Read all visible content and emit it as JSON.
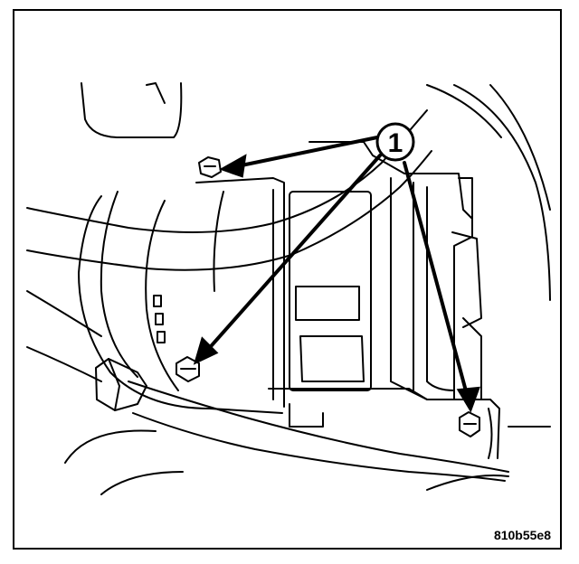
{
  "figure": {
    "id": "810b55e8",
    "callout": {
      "number": "1",
      "targets": 3
    },
    "colors": {
      "line": "#000000",
      "background": "#ffffff"
    }
  }
}
